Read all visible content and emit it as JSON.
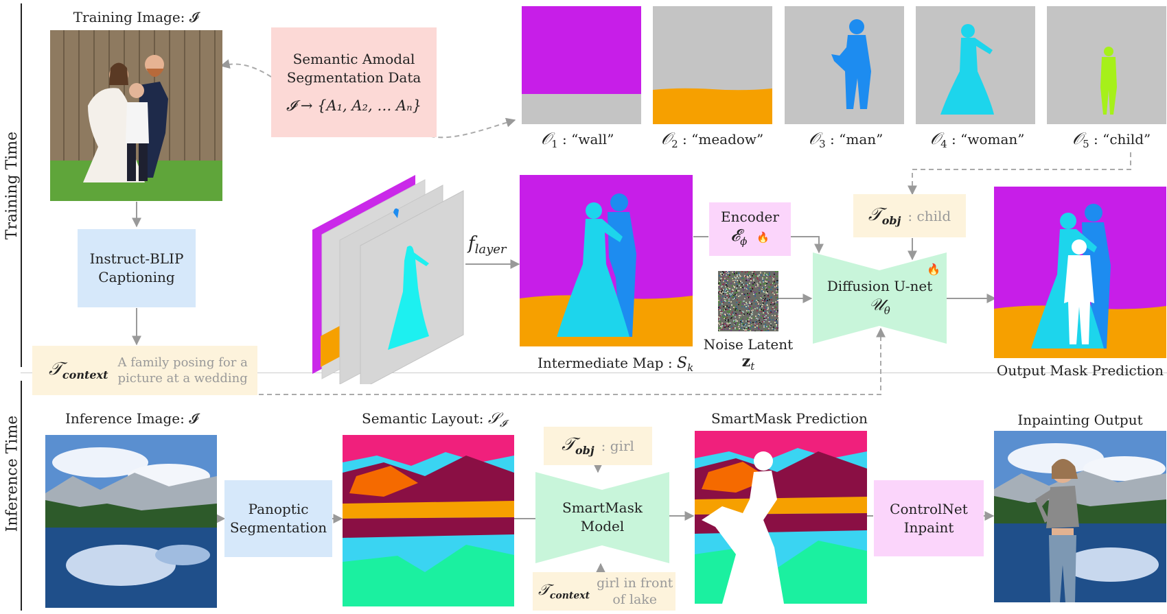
{
  "sections": {
    "training_label": "Training Time",
    "inference_label": "Inference Time"
  },
  "training": {
    "training_image_caption": "Training Image: 𝓘",
    "semantic_data_line1": "Semantic Amodal",
    "semantic_data_line2": "Segmentation Data",
    "semantic_data_formula": "𝓘 → {A₁, A₂, … Aₙ}",
    "instruct_blip_line1": "Instruct-BLIP",
    "instruct_blip_line2": "Captioning",
    "t_context_symbol": "𝒯",
    "t_context_sub": "context",
    "t_context_text_line1": "A family posing for a",
    "t_context_text_line2": "picture at a wedding",
    "objects": [
      {
        "sym": "𝒪",
        "sub": "1",
        "label": ": “wall”"
      },
      {
        "sym": "𝒪",
        "sub": "2",
        "label": ": “meadow”"
      },
      {
        "sym": "𝒪",
        "sub": "3",
        "label": ": “man”"
      },
      {
        "sym": "𝒪",
        "sub": "4",
        "label": ": “woman”"
      },
      {
        "sym": "𝒪",
        "sub": "5",
        "label": ": “child”"
      }
    ],
    "f_layer_symbol": "f",
    "f_layer_sub": "layer",
    "intermediate_map_caption": "Intermediate Map : ",
    "intermediate_map_symbol": "S",
    "intermediate_map_sub": "k",
    "encoder_label": "Encoder",
    "encoder_symbol": "𝓔",
    "encoder_sub": "ϕ",
    "noise_latent_label": "Noise Latent",
    "noise_latent_symbol": "z",
    "noise_latent_sub": "t",
    "t_obj_symbol": "𝒯",
    "t_obj_sub": "obj",
    "t_obj_text": ": child",
    "unet_label": "Diffusion U-net",
    "unet_symbol": "𝒰",
    "unet_sub": "θ",
    "output_caption": "Output Mask Prediction",
    "fire_icon": "🔥"
  },
  "inference": {
    "inference_image_caption": "Inference Image: 𝓘",
    "panoptic_line1": "Panoptic",
    "panoptic_line2": "Segmentation",
    "semantic_layout_caption": "Semantic Layout: ",
    "semantic_layout_symbol": "𝒮",
    "semantic_layout_sub": "𝓘",
    "t_obj_symbol": "𝒯",
    "t_obj_sub": "obj",
    "t_obj_text": ": girl",
    "smartmask_line1": "SmartMask",
    "smartmask_line2": "Model",
    "t_context_symbol": "𝒯",
    "t_context_sub": "context",
    "t_context_text_line1": "girl in front",
    "t_context_text_line2": "of lake",
    "smartmask_prediction_caption": "SmartMask Prediction",
    "controlnet_line1": "ControlNet",
    "controlnet_line2": "Inpaint",
    "inpainting_caption": "Inpainting Output"
  },
  "colors": {
    "semantic_box": "#fcd9d6",
    "blip_box": "#d6e8fa",
    "context_box": "#fdf3dc",
    "encoder_box": "#fbd5fb",
    "unet_box": "#c8f5da",
    "wall_magenta": "#c71ee8",
    "meadow_orange": "#f6a000",
    "man_blue": "#1d8cf0",
    "woman_cyan": "#1dd5ec",
    "child_lime": "#a6f01a",
    "mask_gray": "#c4c4c4"
  }
}
